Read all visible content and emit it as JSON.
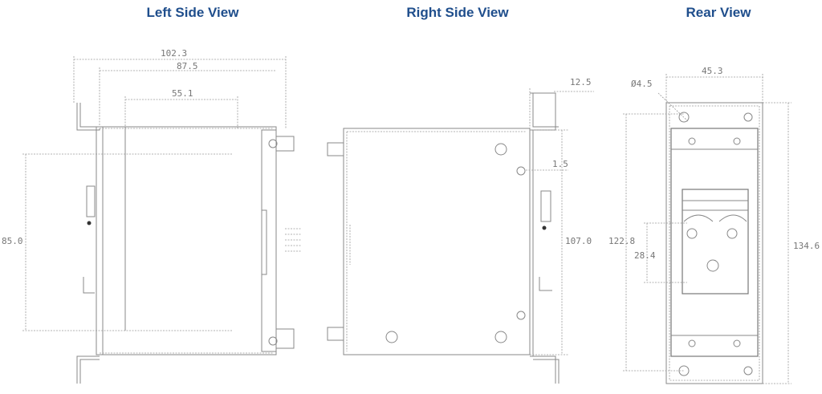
{
  "colors": {
    "title": "#1f4e8c",
    "line": "#888888",
    "dim": "#777777"
  },
  "views": [
    {
      "title": "Left Side View",
      "dimensions": [
        "102.3",
        "87.5",
        "55.1",
        "85.0"
      ]
    },
    {
      "title": "Right Side View",
      "dimensions": [
        "12.5",
        "1.5",
        "107.0"
      ]
    },
    {
      "title": "Rear View",
      "dimensions": [
        "45.3",
        "Ø4.5",
        "122.8",
        "28.4",
        "134.6"
      ]
    }
  ]
}
